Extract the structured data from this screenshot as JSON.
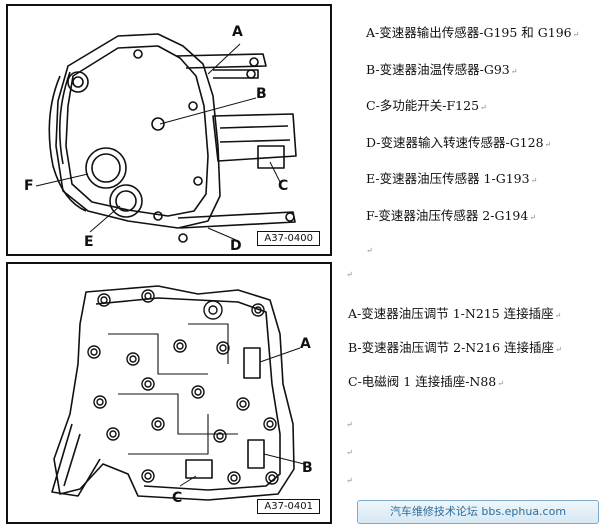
{
  "figures": [
    {
      "id": "A37-0400",
      "callouts": [
        "A",
        "B",
        "C",
        "D",
        "E",
        "F"
      ]
    },
    {
      "id": "A37-0401",
      "callouts": [
        "A",
        "B",
        "C"
      ]
    }
  ],
  "legend_top": [
    "A-变速器输出传感器-G195 和 G196",
    "B-变速器油温传感器-G93",
    "C-多功能开关-F125",
    "D-变速器输入转速传感器-G128",
    "E-变速器油压传感器 1-G193",
    "F-变速器油压传感器 2-G194"
  ],
  "legend_bottom": [
    "A-变速器油压调节 1-N215 连接插座",
    "B-变速器油压调节 2-N216 连接插座",
    "C-电磁阀 1 连接插座-N88"
  ],
  "return_mark": "↵",
  "watermark": "汽车维修技术论坛 bbs.ephua.com"
}
